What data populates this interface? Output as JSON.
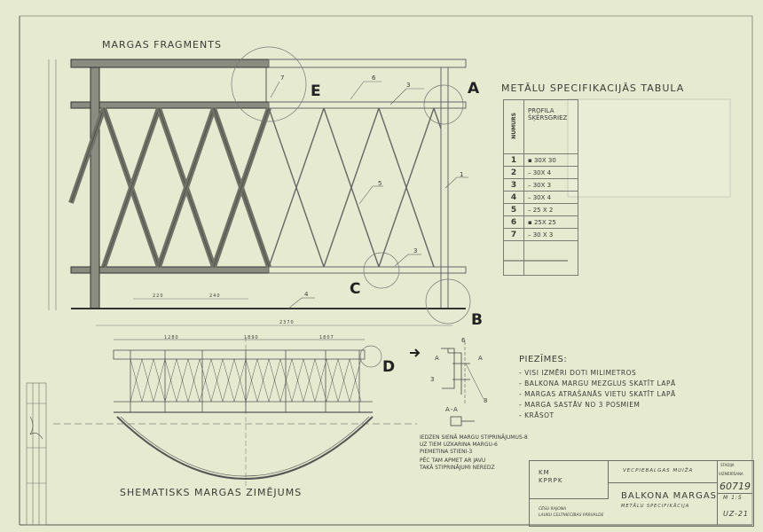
{
  "titles": {
    "fragment": "MARGAS FRAGMENTS",
    "spec_table": "METĀLU SPECIFIKACIJĀS TABULA",
    "schematic": "SHEMATISKS MARGAS ZIMĒJUMS"
  },
  "markers": {
    "A": "A",
    "B": "B",
    "C": "C",
    "D": "D",
    "E": "E"
  },
  "callouts": [
    "7",
    "6",
    "3",
    "1",
    "5",
    "3",
    "4"
  ],
  "dimensions": {
    "d1": "220",
    "d2": "240",
    "d3": "2370",
    "p1": "1280",
    "p2": "1890",
    "p3": "1807"
  },
  "spec": {
    "col_number": "NUMURS",
    "col_profile": "PROFILA ŠĶĒRSGRIEZ",
    "rows": [
      {
        "n": "1",
        "p": "▪ 30X 30"
      },
      {
        "n": "2",
        "p": "– 30X 4"
      },
      {
        "n": "3",
        "p": "– 30X 3"
      },
      {
        "n": "4",
        "p": "– 30X 4"
      },
      {
        "n": "5",
        "p": "– 25 X 2"
      },
      {
        "n": "6",
        "p": "▪ 25X 25"
      },
      {
        "n": "7",
        "p": "– 30 X 3"
      }
    ]
  },
  "section": {
    "label": "A-A",
    "a_left": "A",
    "a_right": "A",
    "c6": "6",
    "c3": "3",
    "c8": "8"
  },
  "notes": {
    "title": "PIEZĪMES:",
    "items": [
      "- VISI IZMĒRI DOTI MILIMETROS",
      "- BALKONA MARGU MEZGLUS SKATĪT LAPĀ",
      "- MARGAS ATRAŠANĀS VIETU SKATĪT LAPĀ",
      "- MARGA SASTĀV NO 3 POSMIEM",
      "- KRĀSOT"
    ]
  },
  "install_notes": [
    "IEDZEN SIENĀ MARGU STIPRINĀJUMUS-8",
    "UZ TIEM UZKARINA MARGU-6",
    "PIEMETINA STIENI-3",
    "PĒC TAM APMET AR JAVU",
    "TAKĀ STIPRINĀJUMI NEREDZ"
  ],
  "title_block": {
    "org1": "KM",
    "org2": "KPRPK",
    "object": "VECPIEBALGAS MUIŽA",
    "sheet_title": "BALKONA MARGAS",
    "sheet_sub": "METĀLU SPECIFIKĀCIJA",
    "left_bottom1": "CĒSU RAJONA",
    "left_bottom2": "LAUKU CELTNIECĪBAS PĀRVALDE",
    "stage": "STADIJA",
    "stage_val": "VIZMĒRĪŠANA",
    "drawing_no": "60719",
    "scale": "M 1:5",
    "sheet_no": "UZ-21"
  }
}
